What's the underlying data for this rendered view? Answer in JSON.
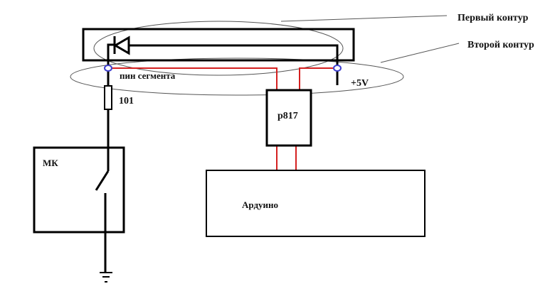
{
  "labels": {
    "first_contour": "Первый контур",
    "second_contour": "Второй контур",
    "segment_pin": "пин сегмента",
    "plus5v": "+5V",
    "resistor": "101",
    "optocoupler": "p817",
    "mk": "МК",
    "arduino": "Ардуино"
  },
  "colors": {
    "wire": "#000000",
    "signal_wire": "#d42020",
    "pin_marker": "#4040d0",
    "contour": "#555555"
  }
}
